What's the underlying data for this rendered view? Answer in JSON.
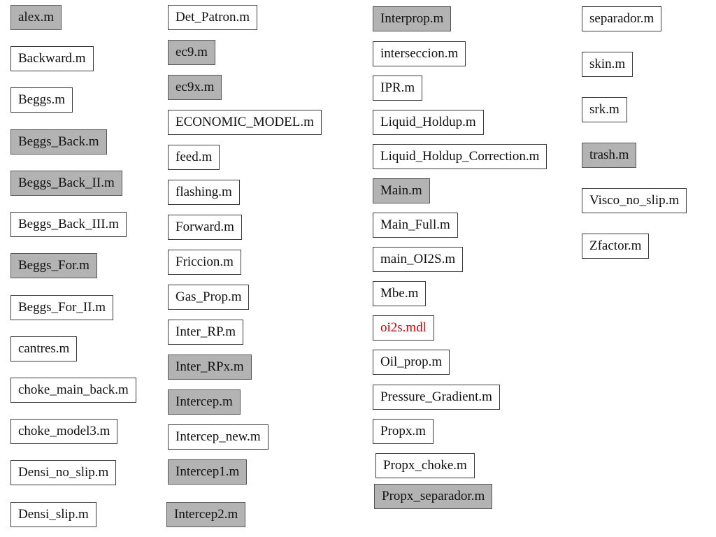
{
  "columns": [
    {
      "items": [
        {
          "label": "alex.m",
          "shaded": true
        },
        {
          "label": "Backward.m",
          "shaded": false
        },
        {
          "label": "Beggs.m",
          "shaded": false
        },
        {
          "label": "Beggs_Back.m",
          "shaded": true
        },
        {
          "label": "Beggs_Back_II.m",
          "shaded": true
        },
        {
          "label": "Beggs_Back_III.m",
          "shaded": false
        },
        {
          "label": "Beggs_For.m",
          "shaded": true
        },
        {
          "label": "Beggs_For_II.m",
          "shaded": false
        },
        {
          "label": "cantres.m",
          "shaded": false
        },
        {
          "label": "choke_main_back.m",
          "shaded": false
        },
        {
          "label": "choke_model3.m",
          "shaded": false
        },
        {
          "label": "Densi_no_slip.m",
          "shaded": false
        },
        {
          "label": "Densi_slip.m",
          "shaded": false
        }
      ]
    },
    {
      "items": [
        {
          "label": "Det_Patron.m",
          "shaded": false
        },
        {
          "label": "ec9.m",
          "shaded": true
        },
        {
          "label": "ec9x.m",
          "shaded": true
        },
        {
          "label": "ECONOMIC_MODEL.m",
          "shaded": false
        },
        {
          "label": "feed.m",
          "shaded": false
        },
        {
          "label": "flashing.m",
          "shaded": false
        },
        {
          "label": "Forward.m",
          "shaded": false
        },
        {
          "label": "Friccion.m",
          "shaded": false
        },
        {
          "label": "Gas_Prop.m",
          "shaded": false
        },
        {
          "label": "Inter_RP.m",
          "shaded": false
        },
        {
          "label": "Inter_RPx.m",
          "shaded": true
        },
        {
          "label": "Intercep.m",
          "shaded": true
        },
        {
          "label": "Intercep_new.m",
          "shaded": false
        },
        {
          "label": "Intercep1.m",
          "shaded": true
        },
        {
          "label": "Intercep2.m",
          "shaded": true
        }
      ]
    },
    {
      "items": [
        {
          "label": "Interprop.m",
          "shaded": true
        },
        {
          "label": "interseccion.m",
          "shaded": false
        },
        {
          "label": "IPR.m",
          "shaded": false
        },
        {
          "label": "Liquid_Holdup.m",
          "shaded": false
        },
        {
          "label": "Liquid_Holdup_Correction.m",
          "shaded": false
        },
        {
          "label": "Main.m",
          "shaded": true
        },
        {
          "label": "Main_Full.m",
          "shaded": false
        },
        {
          "label": "main_OI2S.m",
          "shaded": false
        },
        {
          "label": "Mbe.m",
          "shaded": false
        },
        {
          "label": "oi2s.mdl",
          "shaded": false,
          "text_color": "#dd0000"
        },
        {
          "label": "Oil_prop.m",
          "shaded": false
        },
        {
          "label": "Pressure_Gradient.m",
          "shaded": false
        },
        {
          "label": "Propx.m",
          "shaded": false
        },
        {
          "label": "Propx_choke.m",
          "shaded": false
        },
        {
          "label": "Propx_separador.m",
          "shaded": true
        }
      ]
    },
    {
      "items": [
        {
          "label": "separador.m",
          "shaded": false
        },
        {
          "label": "skin.m",
          "shaded": false
        },
        {
          "label": "srk.m",
          "shaded": false
        },
        {
          "label": "trash.m",
          "shaded": true
        },
        {
          "label": "Visco_no_slip.m",
          "shaded": false
        },
        {
          "label": "Zfactor.m",
          "shaded": false
        }
      ]
    }
  ],
  "colors": {
    "shaded_fill": "#b3b3b3",
    "border": "#3a3a3a",
    "highlight_text": "#dd0000"
  }
}
